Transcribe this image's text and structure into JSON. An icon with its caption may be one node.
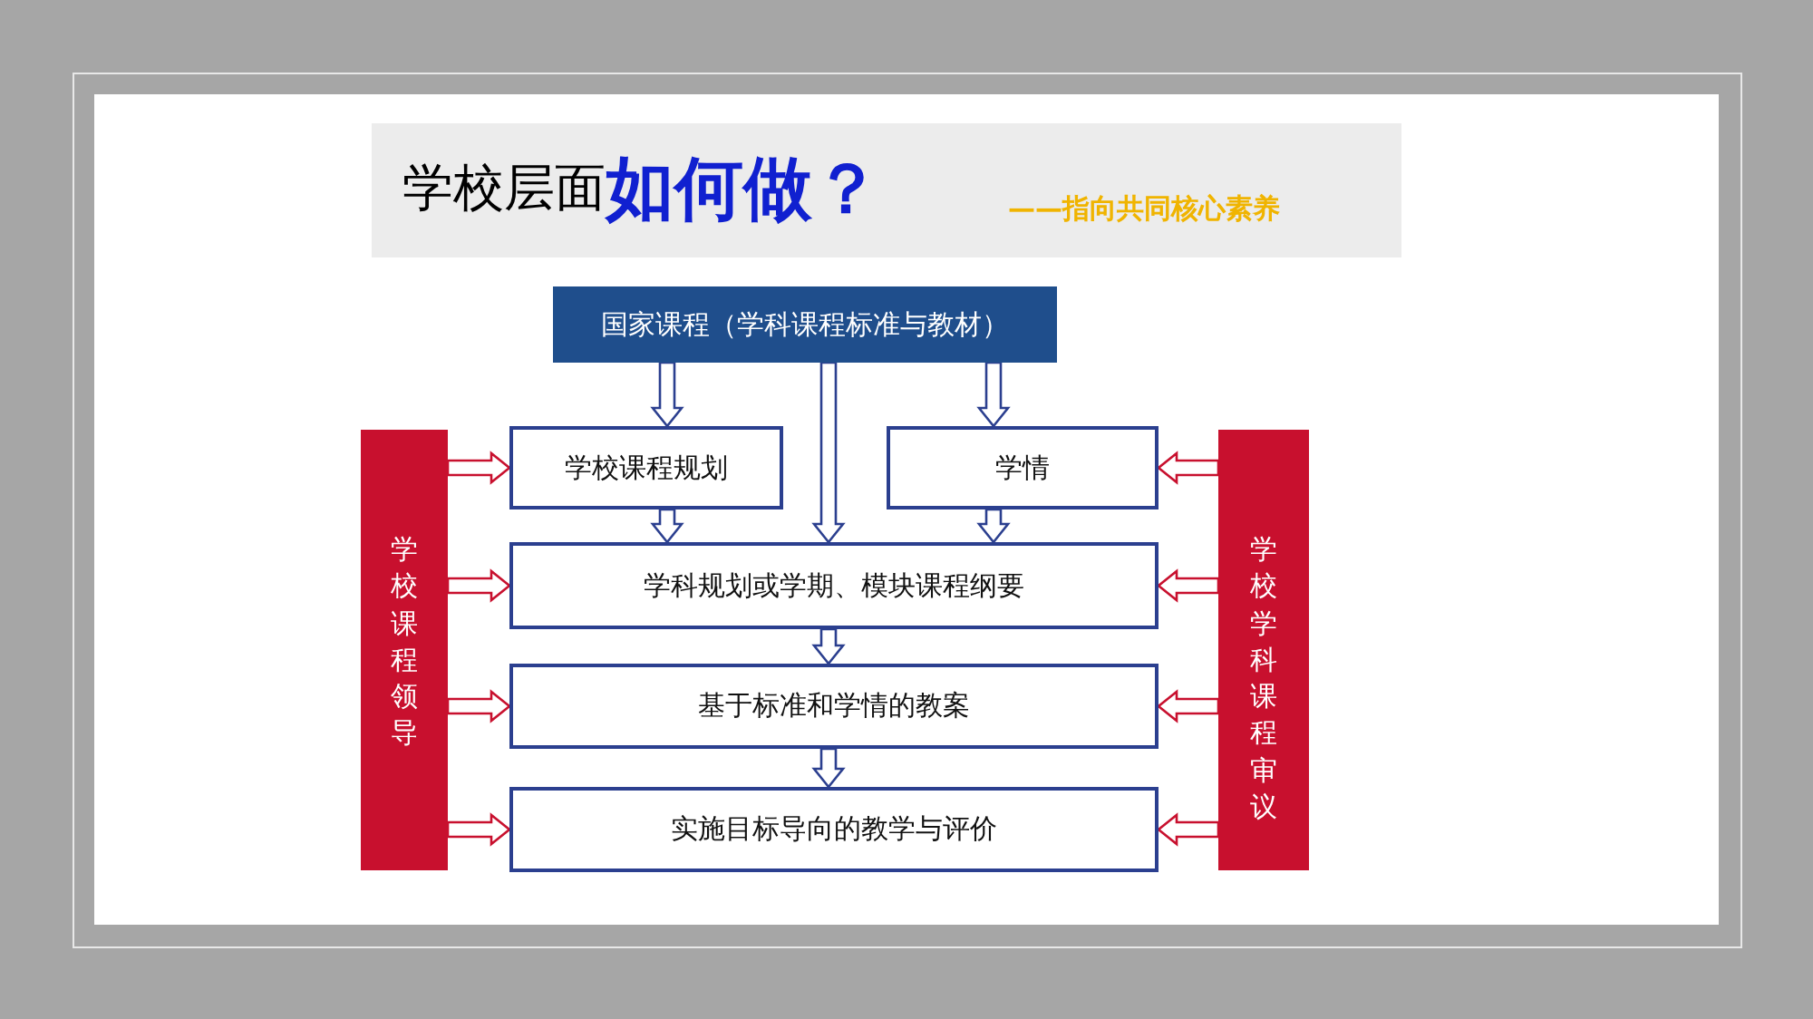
{
  "diagram": {
    "title": "学校层面**如何做？**",
    "nodes": [
      {
        "text": [
          "国家课程（学科课程标准与教材）"
        ]
      },
      {
        "text": [
          "学校课程领导"
        ]
      },
      {
        "text": [
          "学校课程规划"
        ]
      },
      {
        "text": [
          "学情"
        ]
      },
      {
        "text": [
          "学校学科课程审议"
        ]
      },
      {
        "text": [
          "学科规划或学期、模块课程纲要"
        ]
      },
      {
        "text": [
          "基于标准和学情的教案"
        ]
      },
      {
        "text": [
          "实施目标导向的教学与评价"
        ]
      }
    ],
    "edges": [
      {
        "from": 0,
        "to": 2,
        "arrow": "to",
        "color": "#2b3f8f"
      },
      {
        "from": 0,
        "to": 5,
        "arrow": "to",
        "color": "#2b3f8f"
      },
      {
        "from": 0,
        "to": 3,
        "arrow": "to",
        "color": "#2b3f8f"
      },
      {
        "from": 2,
        "to": 5,
        "arrow": "to",
        "color": "#2b3f8f"
      },
      {
        "from": 3,
        "to": 5,
        "arrow": "to",
        "color": "#2b3f8f"
      },
      {
        "from": 5,
        "to": 6,
        "arrow": "to",
        "color": "#2b3f8f"
      },
      {
        "from": 6,
        "to": 7,
        "arrow": "to",
        "color": "#2b3f8f"
      },
      {
        "from": 1,
        "to": 2,
        "arrow": "to"
      },
      {
        "from": 1,
        "to": 5,
        "arrow": "to"
      },
      {
        "from": 1,
        "to": 6,
        "arrow": "to"
      },
      {
        "from": 1,
        "to": 7,
        "arrow": "to"
      },
      {
        "from": 4,
        "to": 3,
        "arrow": "to"
      },
      {
        "from": 4,
        "to": 5,
        "arrow": "to"
      },
      {
        "from": 4,
        "to": 6,
        "arrow": "to"
      },
      {
        "from": 4,
        "to": 7,
        "arrow": "to"
      }
    ],
    "labels": [
      "——指向共同核心素养"
    ]
  }
}
